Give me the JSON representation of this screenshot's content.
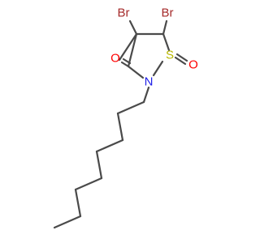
{
  "molecule": {
    "colors": {
      "bond": "#4a4a4a",
      "carbon_label": "#4a4a4a",
      "bromine": "#a52a2a",
      "oxygen": "#ff0000",
      "nitrogen": "#1f1fe8",
      "sulfur": "#b8b800"
    },
    "atoms": {
      "br1": "Br",
      "br2": "Br",
      "o_carbonyl": "O",
      "n": "N",
      "s": "S",
      "o_sulfoxide": "O"
    }
  }
}
